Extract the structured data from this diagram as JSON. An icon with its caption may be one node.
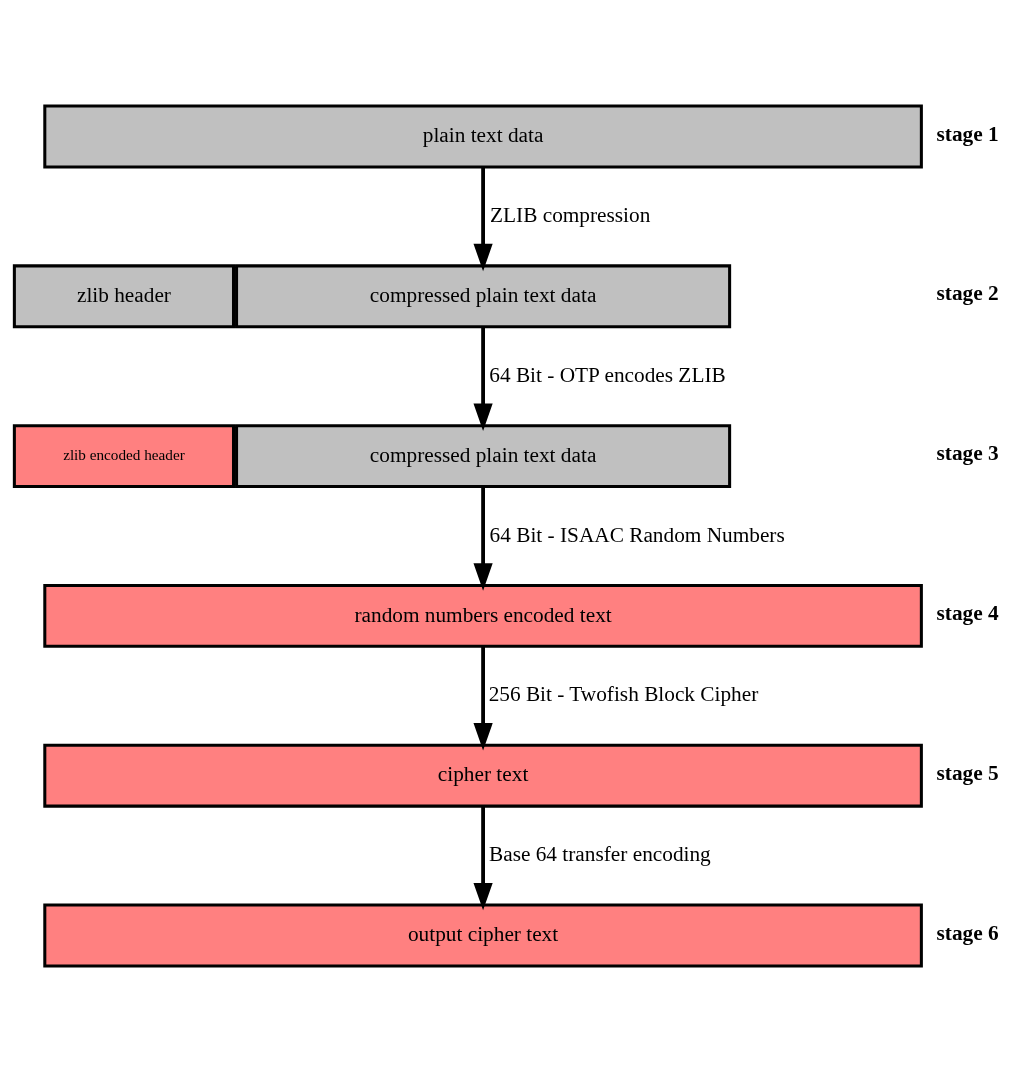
{
  "diagram": {
    "nodes": [
      {
        "text": [
          "plain text data"
        ]
      },
      {
        "text": [
          "zlib header"
        ]
      },
      {
        "text": [
          "compressed plain text data"
        ]
      },
      {
        "text": [
          "zlib encoded header"
        ]
      },
      {
        "text": [
          "compressed plain text data"
        ]
      },
      {
        "text": [
          "random numbers encoded text"
        ]
      },
      {
        "text": [
          "cipher text"
        ]
      },
      {
        "text": [
          "output cipher text"
        ]
      }
    ],
    "edges": [
      {
        "from": 0,
        "to": 2,
        "arrow": "to",
        "label": "ZLIB compression"
      },
      {
        "from": 2,
        "to": 4,
        "arrow": "to",
        "label": "64 Bit - OTP encodes ZLIB"
      },
      {
        "from": 4,
        "to": 5,
        "arrow": "to",
        "label": "64 Bit - ISAAC Random Numbers"
      },
      {
        "from": 5,
        "to": 6,
        "arrow": "to",
        "label": "256 Bit - Twofish Block Cipher"
      },
      {
        "from": 6,
        "to": 7,
        "arrow": "to",
        "label": "Base 64 transfer encoding"
      }
    ],
    "labels": [
      "stage 1",
      "stage 2",
      "stage 3",
      "stage 4",
      "stage 5",
      "stage 6"
    ]
  }
}
